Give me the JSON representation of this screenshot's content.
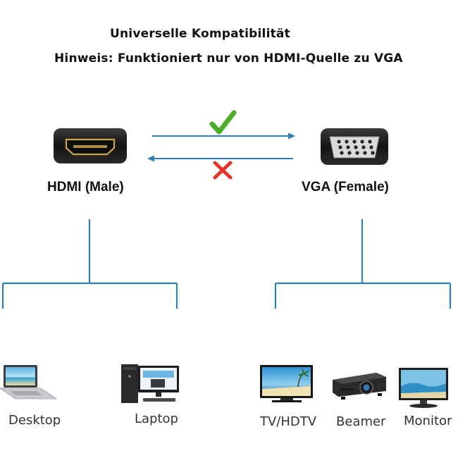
{
  "heading": {
    "title": "Universelle Kompatibilität",
    "note": "Hinweis: Funktioniert nur von HDMI-Quelle zu VGA"
  },
  "ports": {
    "source_label": "HDMI (Male)",
    "target_label": "VGA (Female)"
  },
  "direction": {
    "forward_status": "check-icon",
    "reverse_status": "cross-icon"
  },
  "devices": {
    "source": [
      {
        "label": "Desktop",
        "icon": "laptop-icon"
      },
      {
        "label": "Laptop",
        "icon": "desktop-pc-icon"
      }
    ],
    "target": [
      {
        "label": "TV/HDTV",
        "icon": "tv-icon"
      },
      {
        "label": "Beamer",
        "icon": "projector-icon"
      },
      {
        "label": "Monitor",
        "icon": "monitor-icon"
      }
    ]
  },
  "colors": {
    "line": "#2d7fb8",
    "check": "#4caf2a",
    "cross": "#e5332a",
    "connector": "#1c1c1c",
    "gold": "#c8a64b"
  }
}
